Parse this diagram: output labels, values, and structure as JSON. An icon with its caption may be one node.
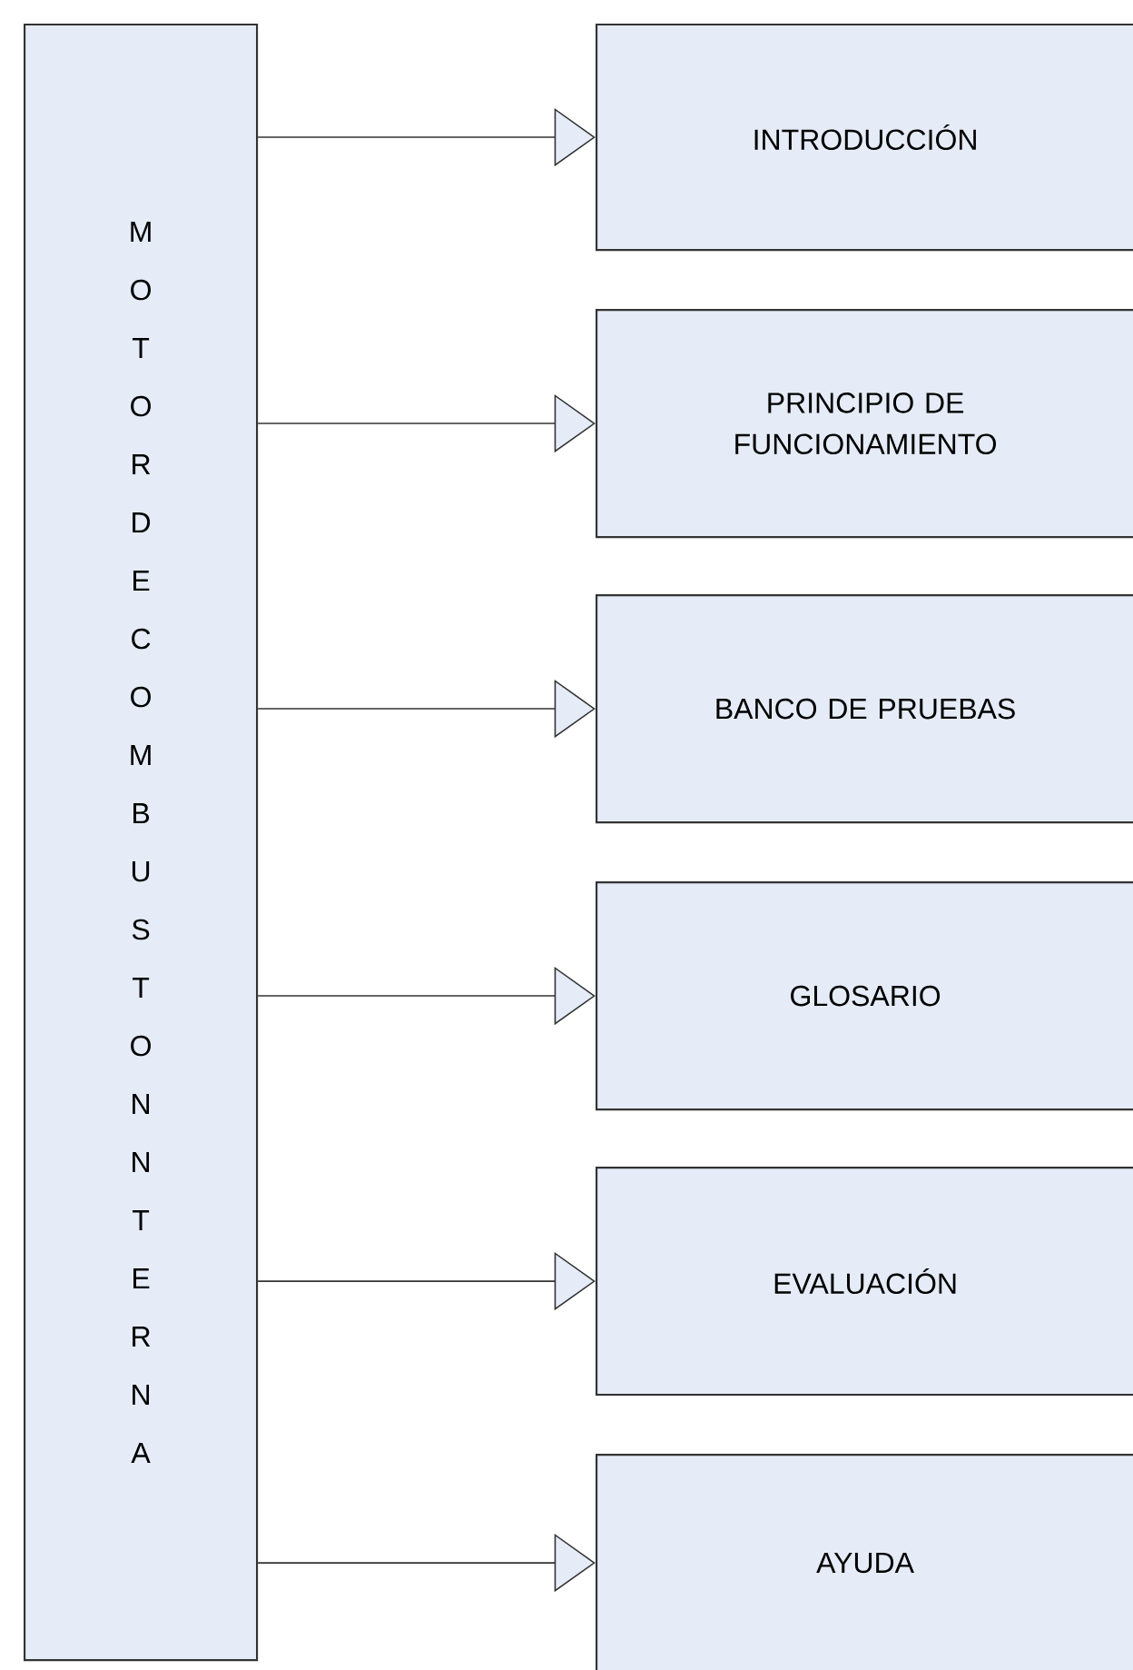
{
  "diagram": {
    "nodes": [
      {
        "text": [
          "MOTOR DE COMBUST ON NTERNA"
        ]
      },
      {
        "text": [
          "INTRODUCCIÓN"
        ]
      },
      {
        "text": [
          "PRINCIPIO DE FUNCIONAMIENTO"
        ]
      },
      {
        "text": [
          "BANCO DE PRUEBAS"
        ]
      },
      {
        "text": [
          "GLOSARIO"
        ]
      },
      {
        "text": [
          "EVALUACIÓN"
        ]
      },
      {
        "text": [
          "AYUDA"
        ]
      }
    ],
    "edges": [
      {
        "from": 0,
        "to": 1,
        "arrow": "to"
      },
      {
        "from": 0,
        "to": 2,
        "arrow": "to"
      },
      {
        "from": 0,
        "to": 3,
        "arrow": "to"
      },
      {
        "from": 0,
        "to": 4,
        "arrow": "to"
      },
      {
        "from": 0,
        "to": 5,
        "arrow": "to"
      },
      {
        "from": 0,
        "to": 6,
        "arrow": "to"
      }
    ]
  }
}
